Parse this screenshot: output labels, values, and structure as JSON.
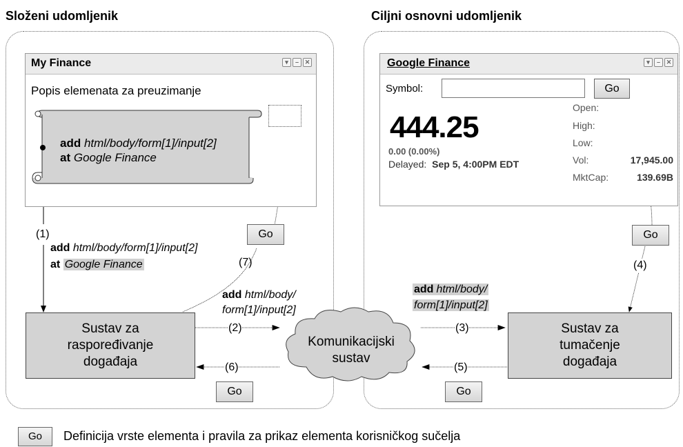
{
  "headings": {
    "left": "Složeni udomljenik",
    "right": "Ciljni osnovni udomljenik"
  },
  "my_finance": {
    "title": "My Finance",
    "list_label": "Popis elemenata za preuzimanje",
    "scroll_add": "add",
    "scroll_path": "html/body/form[1]/input[2]",
    "scroll_at": "at",
    "scroll_target": "Google Finance"
  },
  "google_finance": {
    "title": "Google Finance",
    "symbol_label": "Symbol:",
    "symbol_value": "",
    "go_label": "Go",
    "price": "444.25",
    "change": "0.00 (0.00%)",
    "delayed_label": "Delayed:",
    "delayed_value": "Sep 5, 4:00PM EDT",
    "stats": [
      {
        "label": "Open:",
        "value": ""
      },
      {
        "label": "High:",
        "value": ""
      },
      {
        "label": "Low:",
        "value": ""
      },
      {
        "label": "Vol:",
        "value": "17,945.00"
      },
      {
        "label": "MktCap:",
        "value": "139.69B"
      }
    ]
  },
  "go_label": "Go",
  "labels": {
    "step1": "(1)",
    "step2": "(2)",
    "step3": "(3)",
    "step4": "(4)",
    "step5": "(5)",
    "step6": "(6)",
    "step7": "(7)",
    "add": "add",
    "at": "at",
    "path_full": "html/body/form[1]/input[2]",
    "target": "Google Finance",
    "path_part1": "html/body/",
    "path_part2": "form[1]/input[2]"
  },
  "boxes": {
    "event_dispatch_1": "Sustav za",
    "event_dispatch_2": "raspoređivanje",
    "event_dispatch_3": "događaja",
    "comm_1": "Komunikacijski",
    "comm_2": "sustav",
    "event_interpret_1": "Sustav za",
    "event_interpret_2": "tumačenje",
    "event_interpret_3": "događaja"
  },
  "legend": {
    "text": "Definicija vrste elementa i pravila za prikaz elementa korisničkog sučelja"
  }
}
